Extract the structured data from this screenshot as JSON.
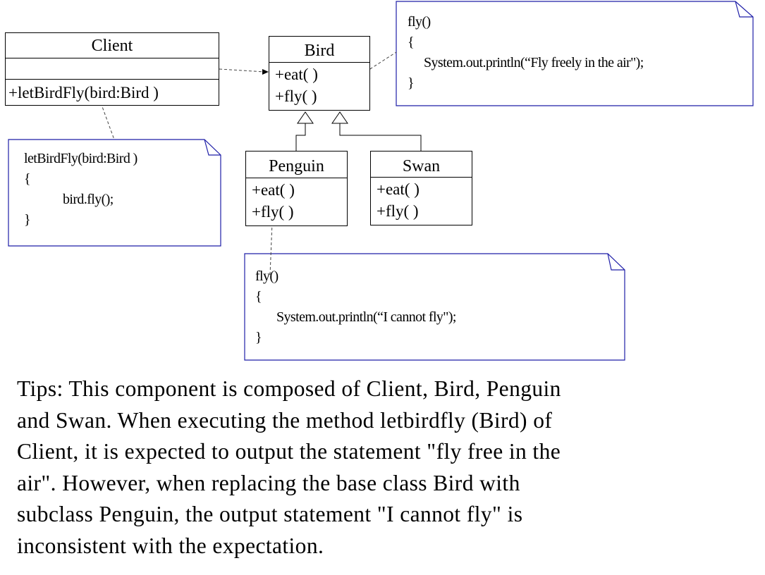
{
  "classes": {
    "client": {
      "name": "Client",
      "ops": [
        "+letBirdFly(bird:Bird )"
      ]
    },
    "bird": {
      "name": "Bird",
      "ops": [
        "+eat( )",
        "+fly( )"
      ]
    },
    "penguin": {
      "name": "Penguin",
      "ops": [
        "+eat( )",
        "+fly( )"
      ]
    },
    "swan": {
      "name": "Swan",
      "ops": [
        "+eat( )",
        "+fly( )"
      ]
    }
  },
  "notes": {
    "bird_fly": [
      "fly()",
      "{",
      "System.out.println(“Fly freely in the air\");",
      "}"
    ],
    "client": [
      "letBirdFly(bird:Bird )",
      "{",
      "bird.fly();",
      "}"
    ],
    "penguin_fly": [
      "fly()",
      "{",
      "System.out.println(“I cannot fly\");",
      "}"
    ]
  },
  "tips": [
    "Tips:  This component is composed of Client, Bird, Penguin",
    "and Swan. When executing the method letbirdfly (Bird) of",
    "Client, it is expected to output the statement \"fly free in the",
    "air\". However, when replacing the base class Bird with",
    "subclass Penguin, the output statement \"I cannot fly\" is",
    "inconsistent with the expectation."
  ],
  "colors": {
    "note_border": "#1f1fa8",
    "line": "#000000",
    "dash_line": "#444444"
  }
}
